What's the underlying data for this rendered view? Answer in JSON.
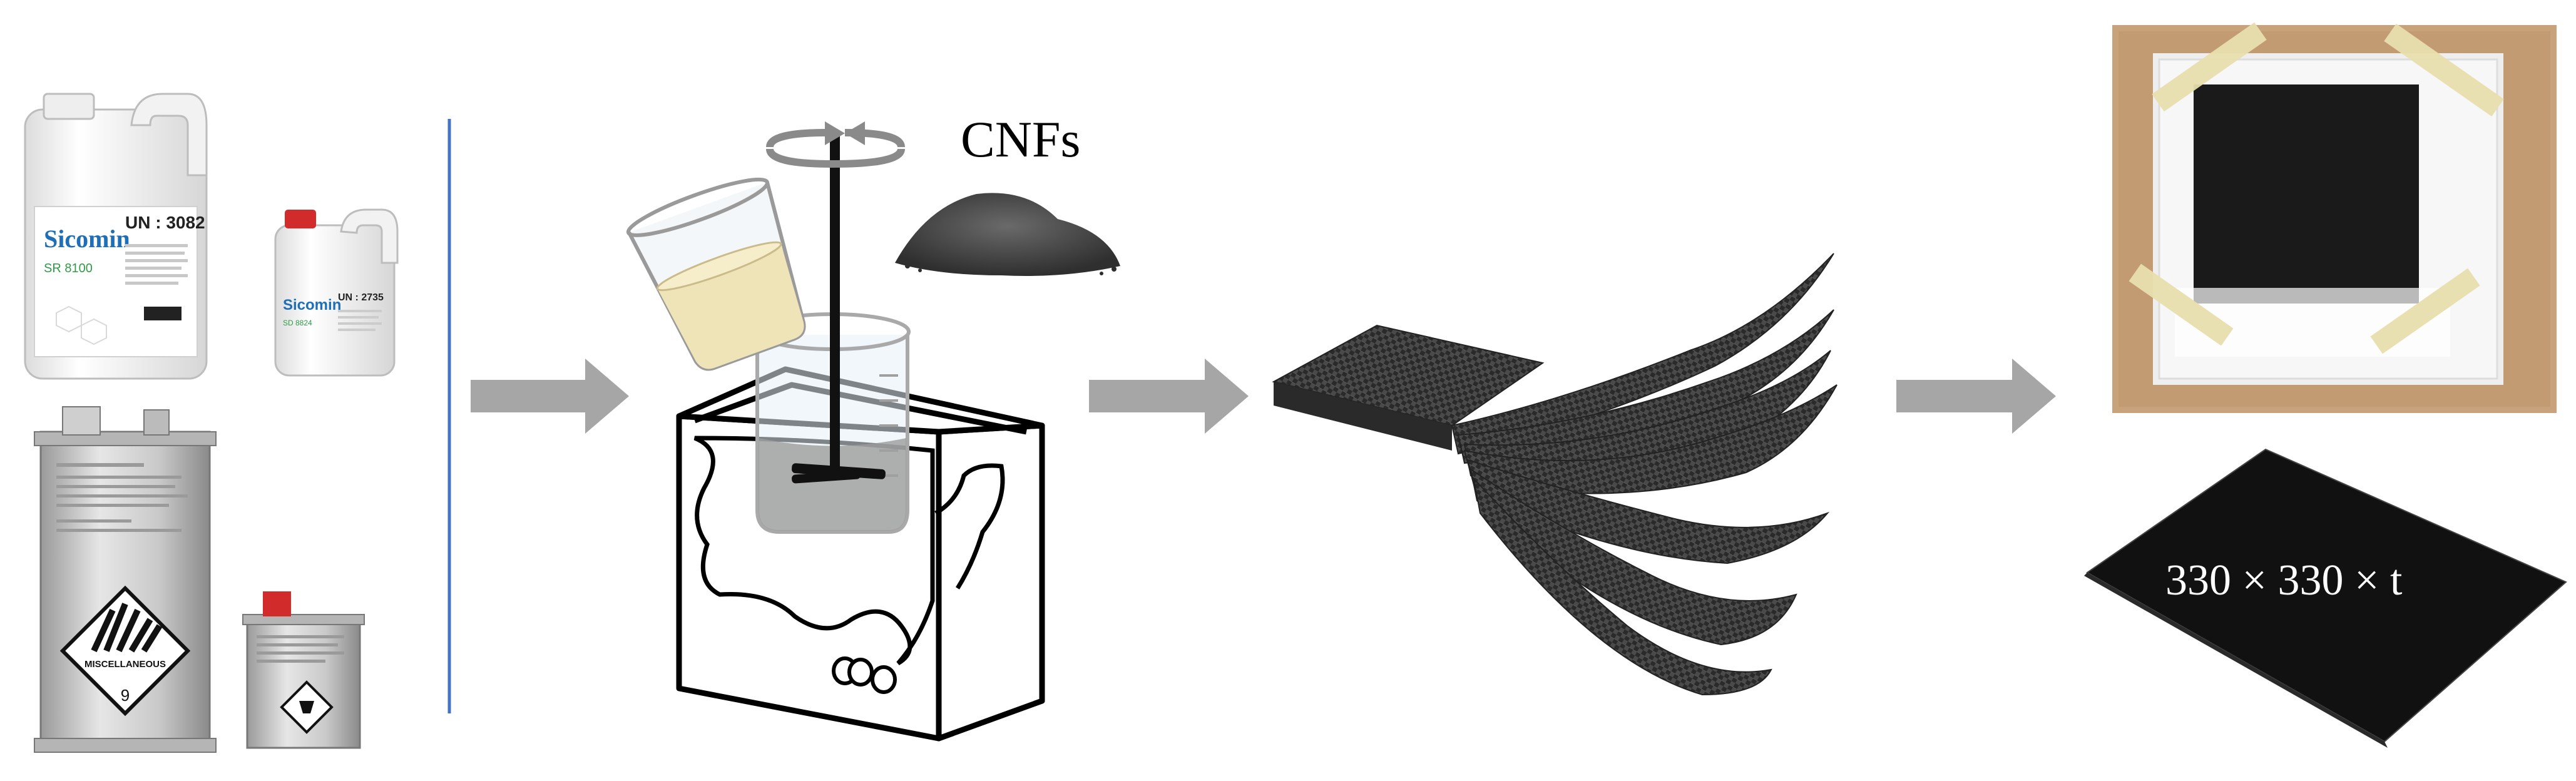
{
  "labels": {
    "nanofiller": "CNFs",
    "panel_dimensions": "330 × 330 × t"
  },
  "resin_products": {
    "main_jug_brand": "Sicomin",
    "main_jug_un": "UN : 3082",
    "main_jug_code": "SR 8100",
    "small_jug_brand": "Sicomin",
    "small_jug_un": "UN : 2735",
    "small_jug_code": "SD 8824",
    "big_can_hazard": "MISCELLANEOUS",
    "big_can_class": "9"
  },
  "colors": {
    "arrow": "#a6a6a6",
    "divider": "#4472c4",
    "cnf_powder": "#4a4a4a",
    "carbon_panel": "#111111",
    "resin_liquid": "#efe4b8",
    "mold_wood": "#c8a27a",
    "jug_cap_red": "#d22b2b",
    "brand_green": "#2e9b45",
    "brand_blue": "#1f6fb8"
  }
}
